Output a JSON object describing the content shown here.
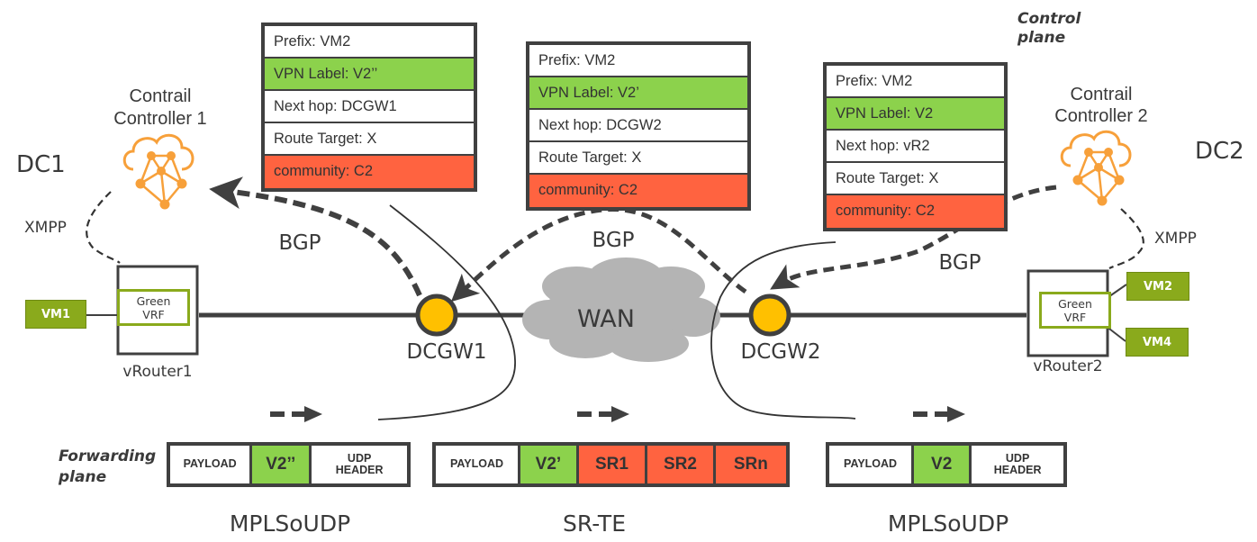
{
  "diagram": {
    "control_plane_label": [
      "Control",
      "plane"
    ],
    "forwarding_plane_label": [
      "Forwarding",
      "plane"
    ],
    "dc1": "DC1",
    "dc2": "DC2",
    "controller1": [
      "Contrail",
      "Controller 1"
    ],
    "controller2": [
      "Contrail",
      "Controller 2"
    ],
    "xmpp_left": "XMPP",
    "xmpp_right": "XMPP",
    "bgp_left": "BGP",
    "bgp_middle": "BGP",
    "bgp_right": "BGP",
    "wan": "WAN",
    "dcgw1": "DCGW1",
    "dcgw2": "DCGW2",
    "vrouter1": "vRouter1",
    "vrouter2": "vRouter2",
    "vrf_left": [
      "Green",
      "VRF"
    ],
    "vrf_right": [
      "Green",
      "VRF"
    ],
    "vm1": "VM1",
    "vm2": "VM2",
    "vm4": "VM4",
    "colors": {
      "green_label": "#8cd24c",
      "red_community": "#ff6340",
      "vm_green": "#8aaa1c",
      "gateway_yellow": "#ffc000",
      "controller_orange": "#f7a03a",
      "wan_gray": "#b4b4b4",
      "line_dark": "#404040"
    }
  },
  "route_tables": [
    {
      "rows": [
        {
          "text": "Prefix: VM2",
          "style": "white"
        },
        {
          "text": "VPN Label: V2’’",
          "style": "green"
        },
        {
          "text": "Next hop: DCGW1",
          "style": "white"
        },
        {
          "text": "Route Target: X",
          "style": "white"
        },
        {
          "text": "community: C2",
          "style": "red"
        }
      ]
    },
    {
      "rows": [
        {
          "text": "Prefix: VM2",
          "style": "white"
        },
        {
          "text": "VPN Label: V2’",
          "style": "green"
        },
        {
          "text": "Next hop: DCGW2",
          "style": "white"
        },
        {
          "text": "Route Target: X",
          "style": "white"
        },
        {
          "text": "community: C2",
          "style": "red"
        }
      ]
    },
    {
      "rows": [
        {
          "text": "Prefix: VM2",
          "style": "white"
        },
        {
          "text": "VPN Label: V2",
          "style": "green"
        },
        {
          "text": "Next hop: vR2",
          "style": "white"
        },
        {
          "text": "Route Target: X",
          "style": "white"
        },
        {
          "text": "community: C2",
          "style": "red"
        }
      ]
    }
  ],
  "packets": [
    {
      "caption": "MPLSoUDP",
      "cells": [
        {
          "text": "PAYLOAD",
          "style": "white",
          "size": "small"
        },
        {
          "text": "V2’’",
          "style": "green",
          "size": "big"
        },
        {
          "text": "UDP\nHEADER",
          "style": "white",
          "size": "small"
        }
      ]
    },
    {
      "caption": "SR-TE",
      "cells": [
        {
          "text": "PAYLOAD",
          "style": "white",
          "size": "small"
        },
        {
          "text": "V2’",
          "style": "green",
          "size": "big"
        },
        {
          "text": "SR1",
          "style": "red",
          "size": "big"
        },
        {
          "text": "SR2",
          "style": "red",
          "size": "big"
        },
        {
          "text": "SRn",
          "style": "red",
          "size": "big"
        }
      ]
    },
    {
      "caption": "MPLSoUDP",
      "cells": [
        {
          "text": "PAYLOAD",
          "style": "white",
          "size": "small"
        },
        {
          "text": "V2",
          "style": "green",
          "size": "big"
        },
        {
          "text": "UDP\nHEADER",
          "style": "white",
          "size": "small"
        }
      ]
    }
  ]
}
